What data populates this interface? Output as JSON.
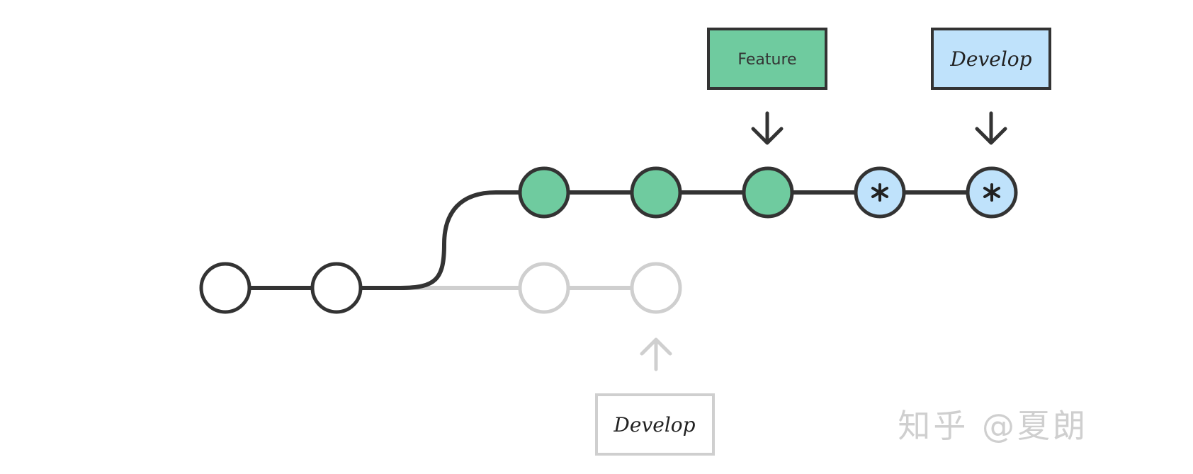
{
  "diagram": {
    "colors": {
      "stroke_dark": "#333333",
      "stroke_faded": "#cfcfcf",
      "feature_green": "#6fcb9f",
      "develop_blue": "#bfe2fb",
      "white": "#ffffff"
    },
    "labels": {
      "feature_label": "Feature",
      "develop_label_new": "Develop",
      "develop_label_old": "Develop"
    },
    "commits": {
      "main_line": [
        "commit-1",
        "commit-2"
      ],
      "old_develop": [
        "old-develop-commit-1",
        "old-develop-commit-2"
      ],
      "feature": [
        "feature-commit-1",
        "feature-commit-2",
        "feature-commit-3"
      ],
      "rebased_develop": [
        "rebased-develop-commit-1",
        "rebased-develop-commit-2"
      ]
    },
    "rebased_marker_icon": "asterisk-icon"
  },
  "watermark": {
    "text": "知乎 @夏朗"
  }
}
